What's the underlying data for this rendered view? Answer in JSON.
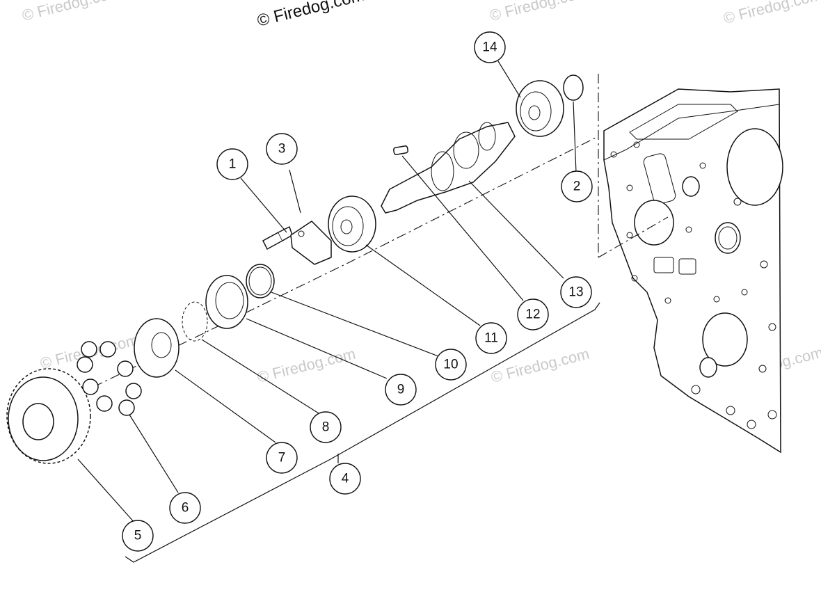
{
  "watermark": {
    "main": "© Firedog.com",
    "faint": "© Firedog.com"
  },
  "callouts": [
    {
      "id": "1",
      "label": "1"
    },
    {
      "id": "2",
      "label": "2"
    },
    {
      "id": "3",
      "label": "3"
    },
    {
      "id": "4",
      "label": "4"
    },
    {
      "id": "5",
      "label": "5"
    },
    {
      "id": "6",
      "label": "6"
    },
    {
      "id": "7",
      "label": "7"
    },
    {
      "id": "8",
      "label": "8"
    },
    {
      "id": "9",
      "label": "9"
    },
    {
      "id": "10",
      "label": "10"
    },
    {
      "id": "11",
      "label": "11"
    },
    {
      "id": "12",
      "label": "12"
    },
    {
      "id": "13",
      "label": "13"
    },
    {
      "id": "14",
      "label": "14"
    }
  ]
}
